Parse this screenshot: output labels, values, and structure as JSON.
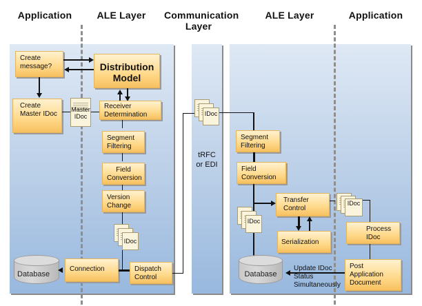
{
  "headers": {
    "application_left": "Application",
    "ale_left": "ALE Layer",
    "communication": "Communication Layer",
    "ale_right": "ALE Layer",
    "application_right": "Application"
  },
  "sender": {
    "create_message": "Create message?",
    "distribution_model": "Distribution Model",
    "create_master_idoc": "Create Master IDoc",
    "master_idoc": "Master IDoc",
    "receiver_determination": "Receiver Determination",
    "segment_filtering": "Segment Filtering",
    "field_conversion": "Field Conversion",
    "version_change": "Version Change",
    "idoc": "IDoc",
    "database": "Database",
    "connection": "Connection",
    "dispatch_control": "Dispatch Control"
  },
  "communication": {
    "idoc": "IDoc",
    "protocol": "tRFC or EDI"
  },
  "receiver": {
    "segment_filtering": "Segment Filtering",
    "field_conversion": "Field Conversion",
    "transfer_control": "Transfer Control",
    "idoc_left": "IDoc",
    "serialization": "Serialization",
    "database": "Database",
    "idoc_right": "IDoc",
    "process_idoc": "Process IDoc",
    "post_application_document": "Post Application Document",
    "update_note": "Update IDoc Status Simultaneously"
  }
}
